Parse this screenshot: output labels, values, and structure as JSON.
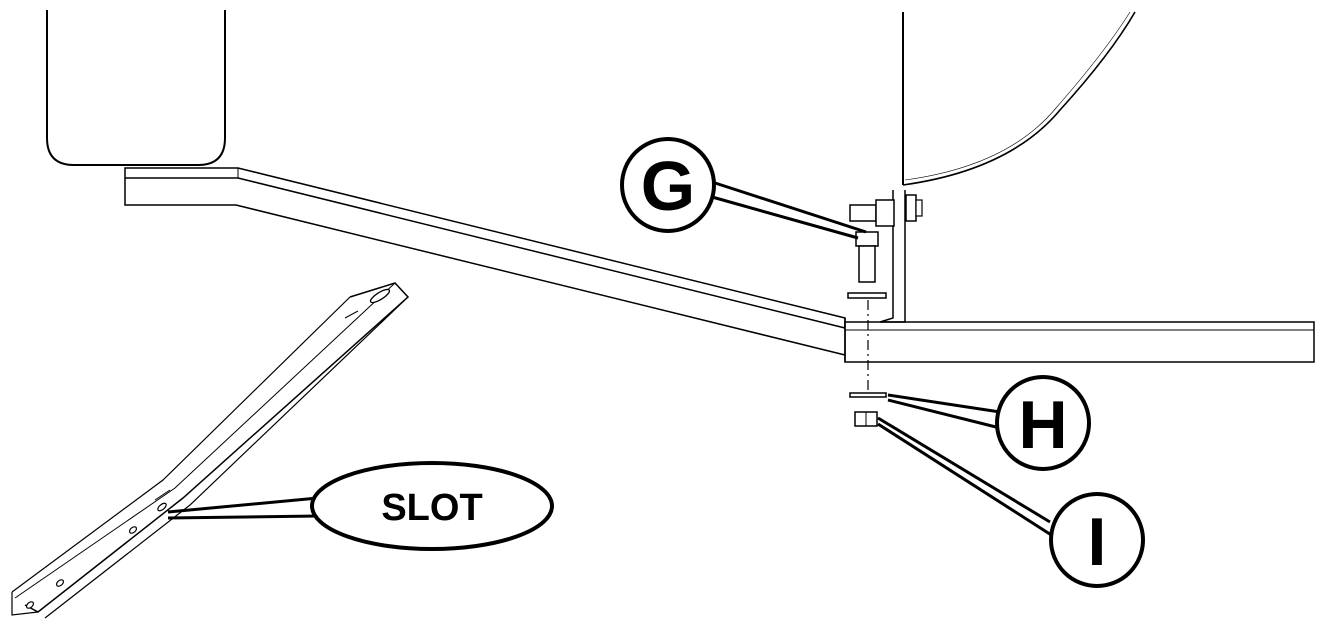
{
  "callouts": {
    "g": {
      "text": "G"
    },
    "h": {
      "text": "H"
    },
    "i": {
      "text": "I"
    },
    "slot": {
      "text": "SLOT"
    }
  },
  "colors": {
    "line": "#000000",
    "fill": "#ffffff"
  }
}
